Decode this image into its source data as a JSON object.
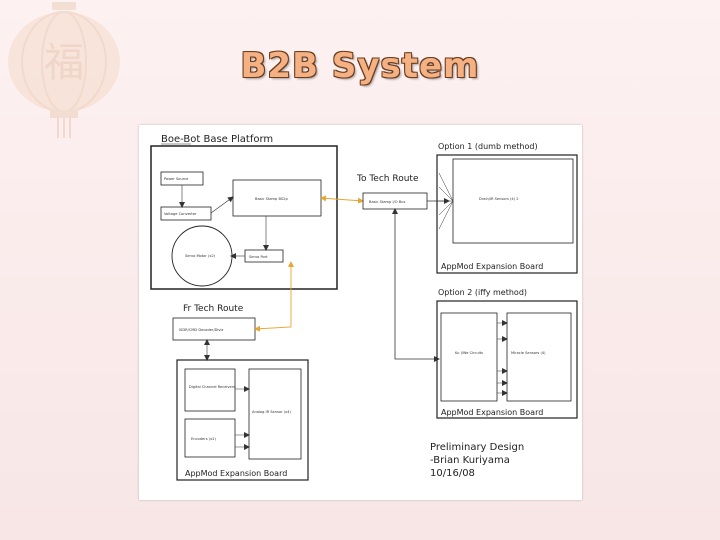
{
  "slide": {
    "title": "B2B System",
    "watermark_glyph": "福"
  },
  "diagram": {
    "base_platform": {
      "title": "Boe-Bot Base Platform",
      "power_source": "Power Source",
      "voltage_converter": "Voltage Converter",
      "basic_stamp": "Basic Stamp BS2p",
      "servo": "Servo Motor (x2)",
      "servo_port": "Servo Port"
    },
    "to_tech_route": "To Tech Route",
    "bus": "Basic Stamp I/O Bus",
    "option1": {
      "title": "Option 1 (dumb method)",
      "sensors": "Drain/IR Sensors (4) 2",
      "board": "AppMod Expansion Board"
    },
    "from_tech_route": "Fr Tech Route",
    "left_module": "ISDR/CMD Decoder/Diviz",
    "bottom_left": {
      "digital_channel": "Digital Channel Receivers",
      "encoders": "Encoders (x2)",
      "analog_ir": "Analog IR Sensor (x4)",
      "board": "AppMod Expansion Board"
    },
    "option2": {
      "title": "Option 2 (iffy method)",
      "left_block": "Ku I/We Circuits",
      "right_block": "Miracle Sensors (4)",
      "board": "AppMod Expansion Board"
    },
    "credits": {
      "line1": "Preliminary Design",
      "line2": "-Brian Kuriyama",
      "line3": "10/16/08"
    },
    "colors": {
      "box": "#222222",
      "arrow_black": "#333333",
      "arrow_orange": "#e8a530"
    }
  }
}
